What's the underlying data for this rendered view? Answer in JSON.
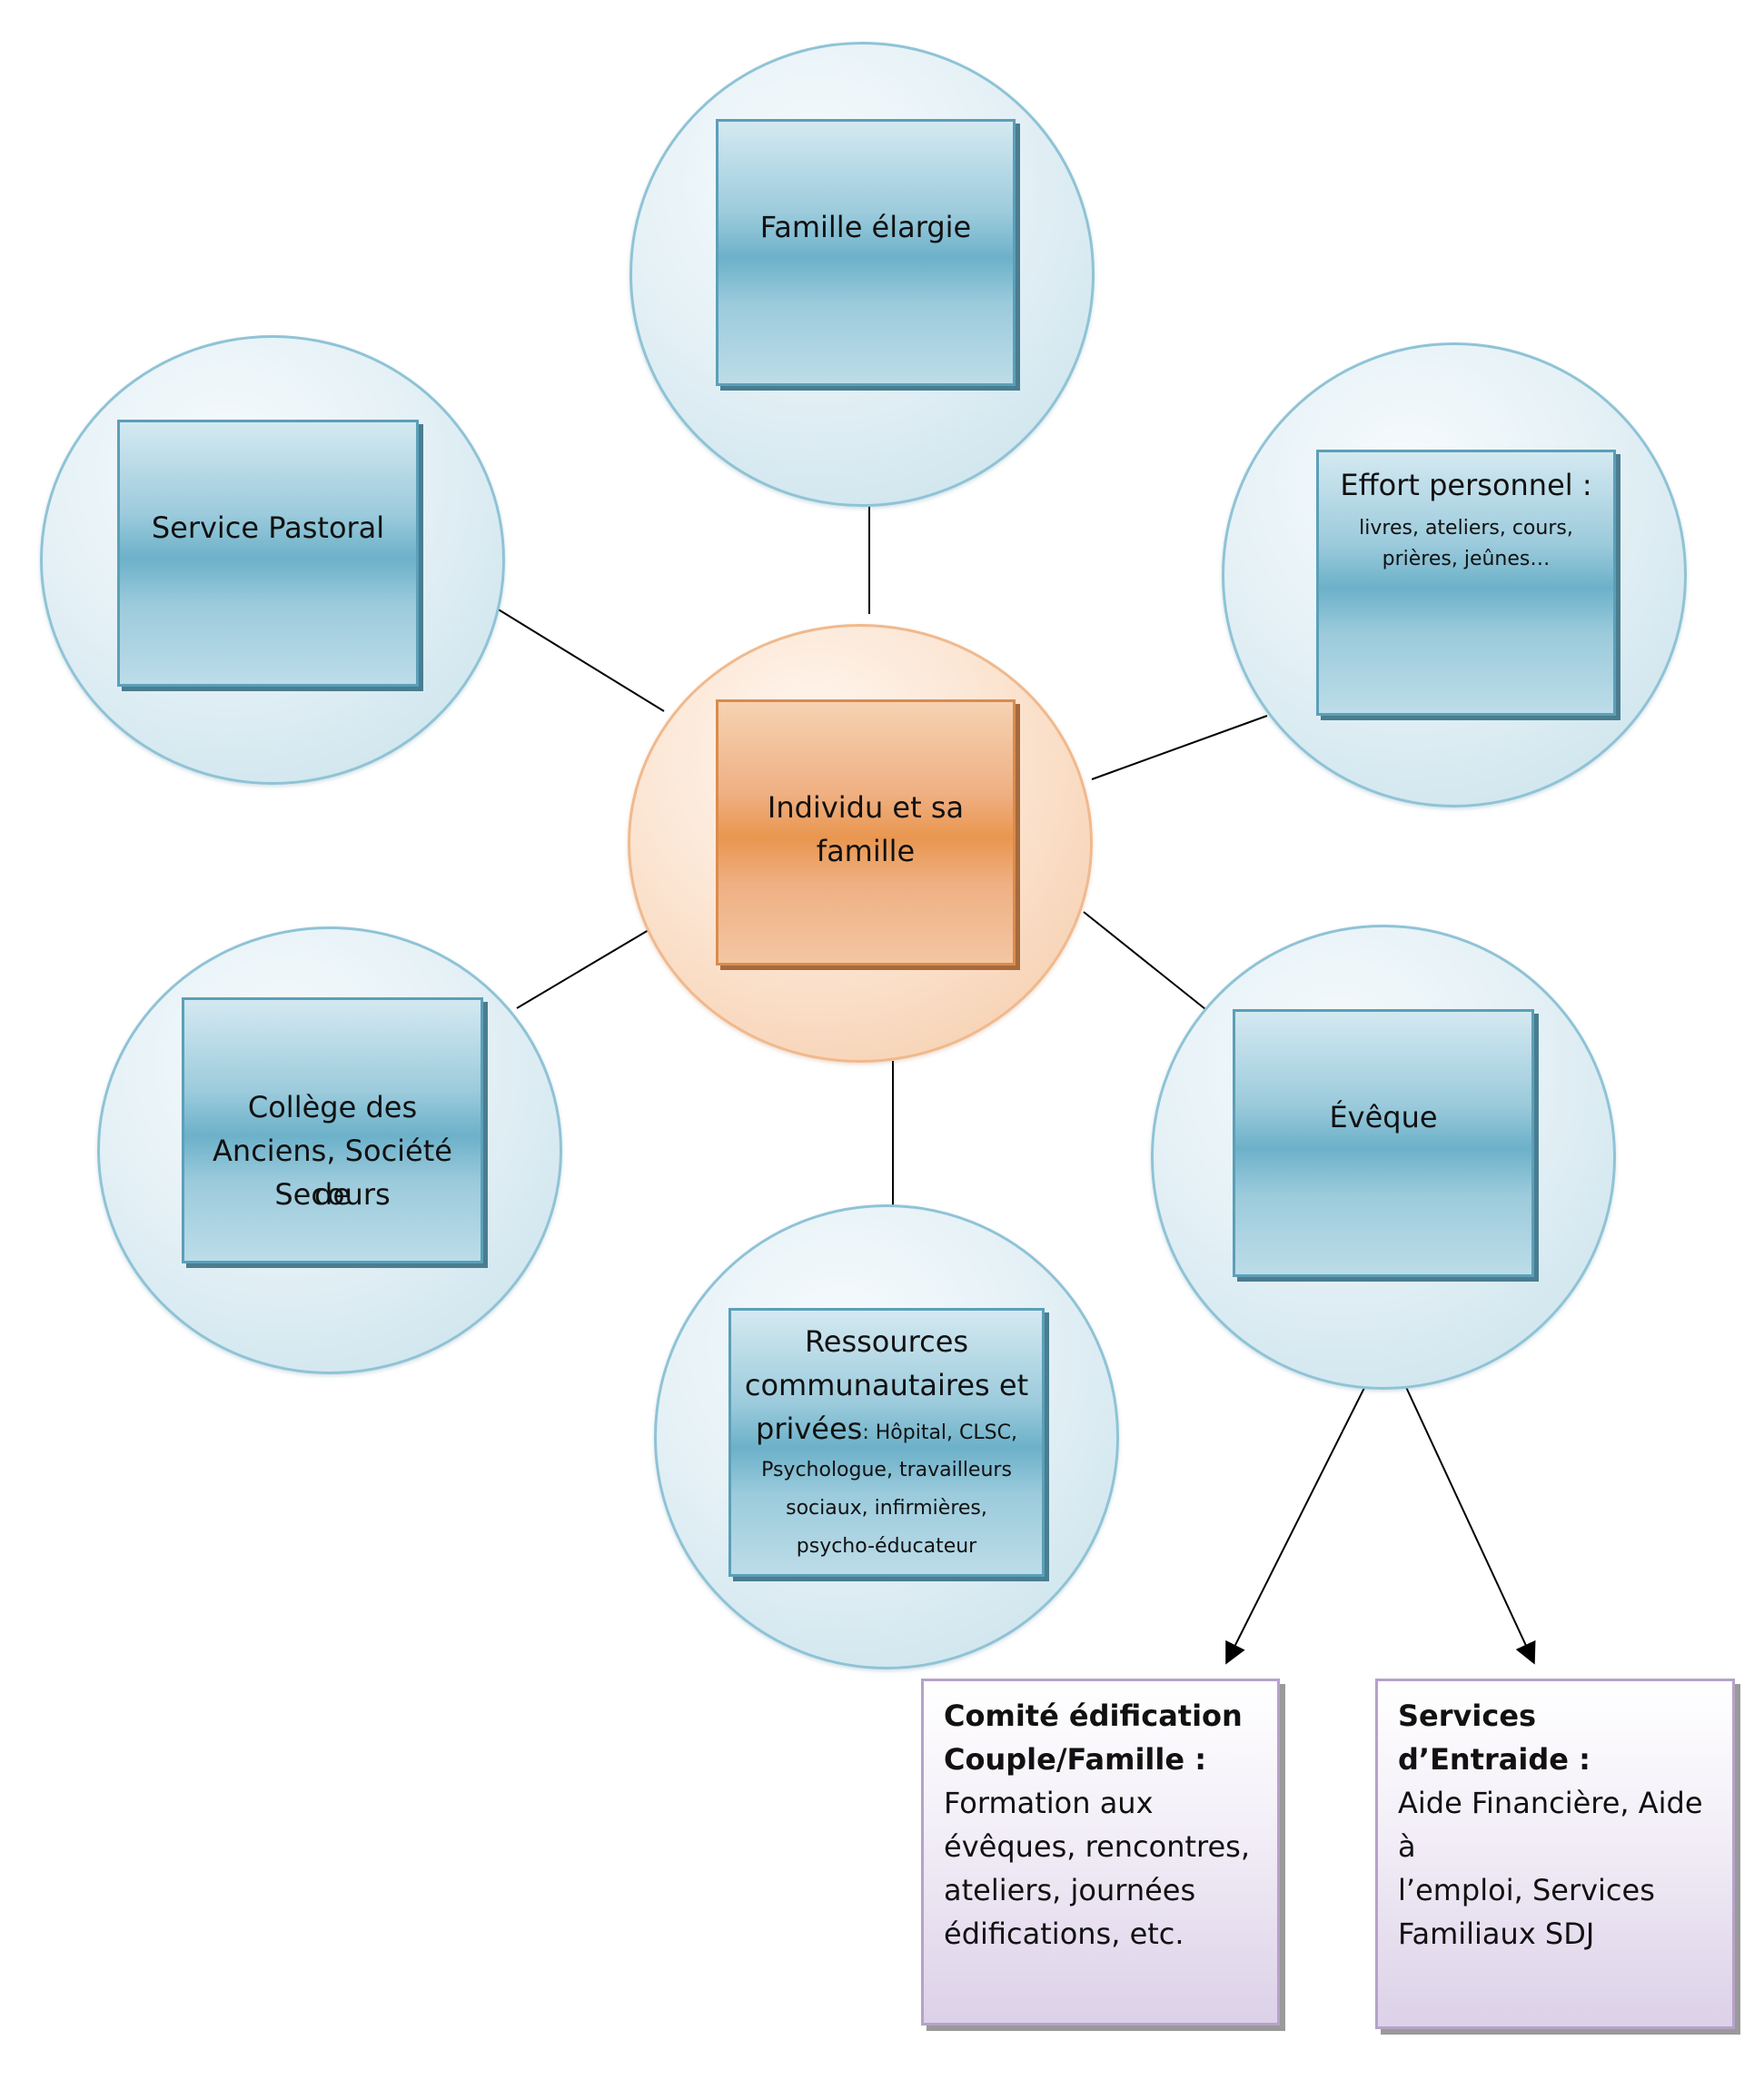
{
  "center": {
    "label_line1": "Individu et sa",
    "label_line2": "famille"
  },
  "nodes": {
    "famille_elargie": {
      "label": "Famille élargie"
    },
    "service_pastoral": {
      "label": "Service Pastoral"
    },
    "effort_personnel": {
      "title": "Effort personnel :",
      "detail_line1": "livres, ateliers, cours,",
      "detail_line2": "prières, jeûnes…"
    },
    "college": {
      "line1": "Collège des",
      "line2": "Anciens, Société de",
      "line3": "Secours"
    },
    "eveque": {
      "label": "Évêque"
    },
    "ressources": {
      "line1": "Ressources",
      "line2": "communautaires et",
      "line3_big": "privées",
      "line3_small": ": Hôpital, CLSC,",
      "line4": "Psychologue, travailleurs",
      "line5": "sociaux, infirmières,",
      "line6": "psycho-éducateur"
    }
  },
  "notes": {
    "comite": {
      "heading_line1": "Comité édification",
      "heading_line2": "Couple/Famille :",
      "body_line1": "Formation aux",
      "body_line2": "évêques, rencontres,",
      "body_line3": "ateliers, journées",
      "body_line4": "édifications, etc."
    },
    "entraide": {
      "heading": "Services d’Entraide :",
      "body_line1": "Aide Financière, Aide à",
      "body_line2": "l’emploi, Services",
      "body_line3": "Familiaux SDJ"
    }
  }
}
